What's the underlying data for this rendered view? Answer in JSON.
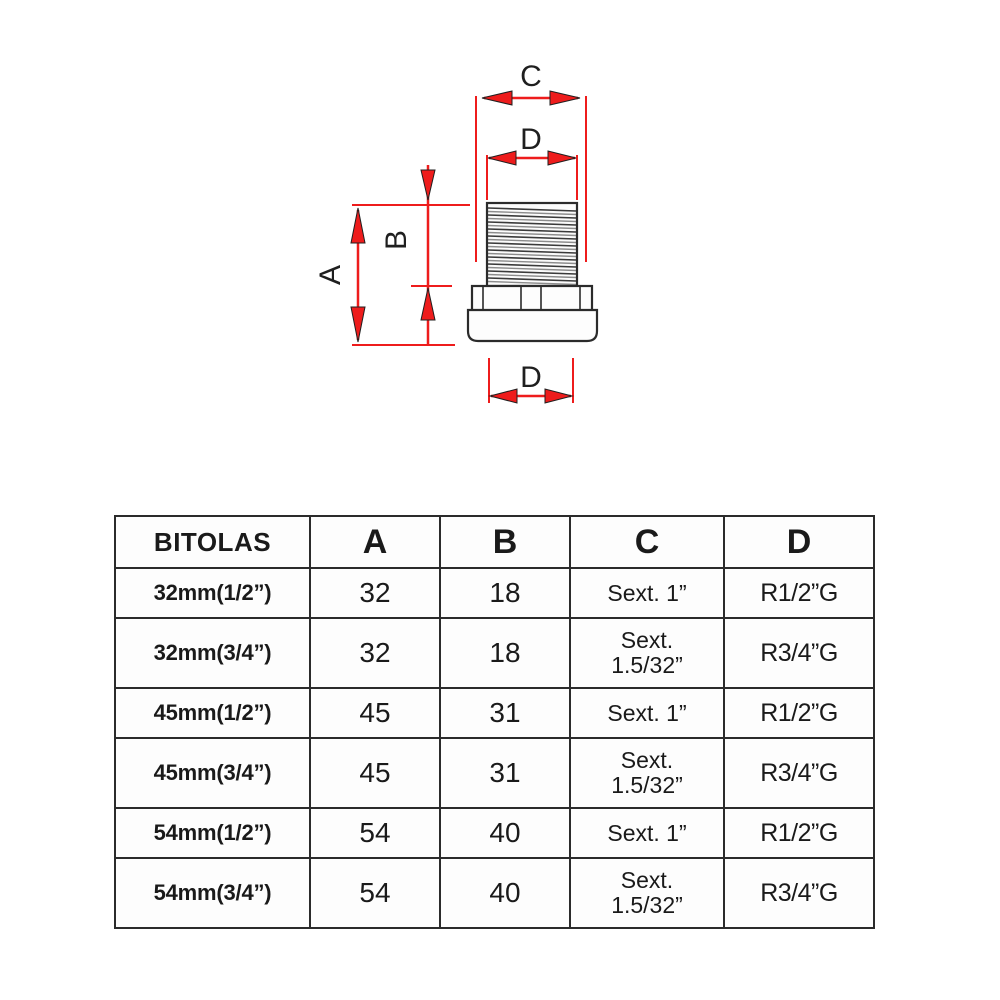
{
  "drawing": {
    "name": "threaded-pipe-fitting-dimension-drawing",
    "accent_color": "#ee1c1c",
    "outline_color": "#2b2b2b",
    "label_color": "#1f1f1f",
    "dimension_labels": {
      "overall_height": "A",
      "thread_length": "B",
      "hex_width": "C",
      "thread_diameter_top": "D",
      "thread_diameter_bottom": "D"
    }
  },
  "table": {
    "headers": {
      "bitolas": "BITOLAS",
      "a": "A",
      "b": "B",
      "c": "C",
      "d": "D"
    },
    "rows": [
      {
        "bitolas": "32mm(1/2”)",
        "a": "32",
        "b": "18",
        "c": "Sext.  1”",
        "d": "R1/2”G",
        "height": "short"
      },
      {
        "bitolas": "32mm(3/4”)",
        "a": "32",
        "b": "18",
        "c": "Sext.\n1.5/32”",
        "d": "R3/4”G",
        "height": "tall"
      },
      {
        "bitolas": "45mm(1/2”)",
        "a": "45",
        "b": "31",
        "c": "Sext.  1”",
        "d": "R1/2”G",
        "height": "short"
      },
      {
        "bitolas": "45mm(3/4”)",
        "a": "45",
        "b": "31",
        "c": "Sext.\n1.5/32”",
        "d": "R3/4”G",
        "height": "tall"
      },
      {
        "bitolas": "54mm(1/2”)",
        "a": "54",
        "b": "40",
        "c": "Sext.  1”",
        "d": "R1/2”G",
        "height": "short"
      },
      {
        "bitolas": "54mm(3/4”)",
        "a": "54",
        "b": "40",
        "c": "Sext.\n1.5/32”",
        "d": "R3/4”G",
        "height": "tall"
      }
    ]
  }
}
